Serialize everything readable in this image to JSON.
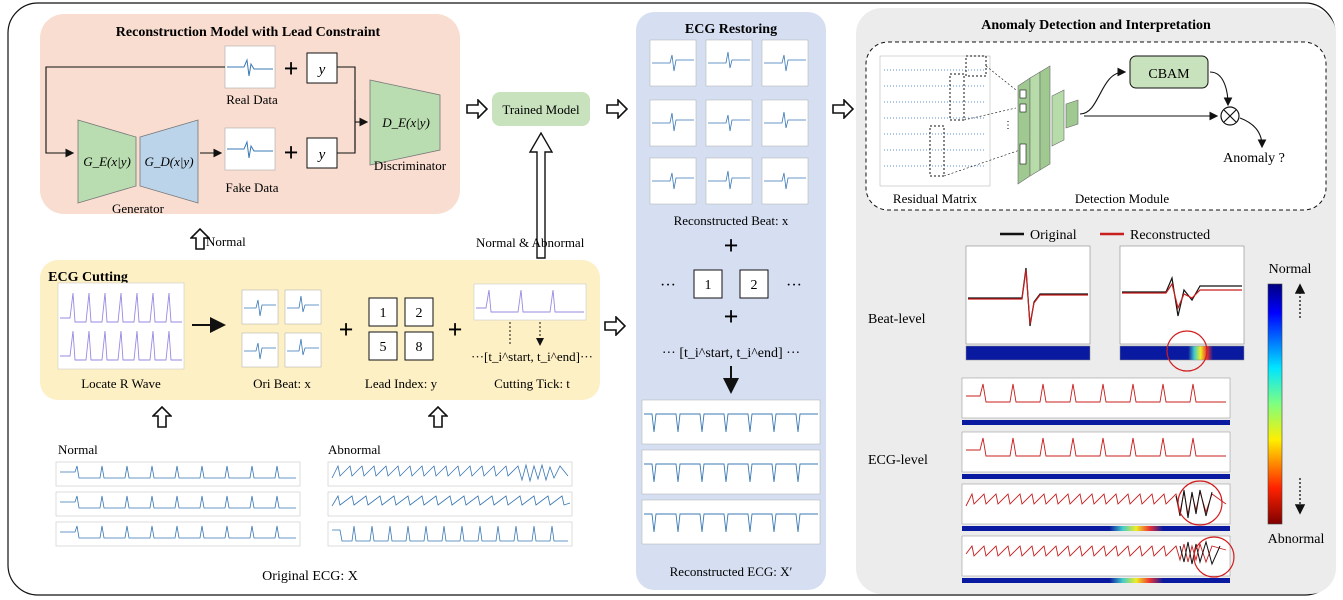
{
  "recon": {
    "title": "Reconstruction Model with Lead Constraint",
    "real_data": "Real Data",
    "fake_data": "Fake Data",
    "generator": "Generator",
    "discriminator": "Discriminator",
    "y_label": "y",
    "encoder": "G_E(x|y)",
    "decoder": "G_D(x|y)",
    "disc_fn": "D_E(x|y)"
  },
  "trained_model": "Trained Model",
  "flow_labels": {
    "normal": "Normal",
    "normal_abnormal": "Normal  &  Abnormal"
  },
  "cutting": {
    "title": "ECG Cutting",
    "locate_r": "Locate R Wave",
    "ori_beat": "Ori Beat: x",
    "lead_index": "Lead Index: y",
    "cutting_tick": "Cutting Tick: t",
    "lead_numbers": [
      "1",
      "2",
      "5",
      "8"
    ],
    "tick_expr": "···[t_i^start, t_i^end]···"
  },
  "original_ecg": {
    "normal": "Normal",
    "abnormal": "Abnormal",
    "caption": "Original ECG: X"
  },
  "restoring": {
    "title": "ECG Restoring",
    "recon_beat": "Reconstructed Beat: x",
    "lead_numbers": [
      "1",
      "2"
    ],
    "dots": "···",
    "tick_expr": "··· [t_i^start, t_i^end] ···",
    "recon_ecg": "Reconstructed ECG: X′"
  },
  "anomaly": {
    "title": "Anomaly Detection and Interpretation",
    "cbam": "CBAM",
    "anomaly_q": "Anomaly ?",
    "residual_matrix": "Residual Matrix",
    "detection_module": "Detection Module",
    "legend_original": "Original",
    "legend_reconstructed": "Reconstructed",
    "beat_level": "Beat-level",
    "ecg_level": "ECG-level",
    "scale_normal": "Normal",
    "scale_abnormal": "Abnormal"
  }
}
